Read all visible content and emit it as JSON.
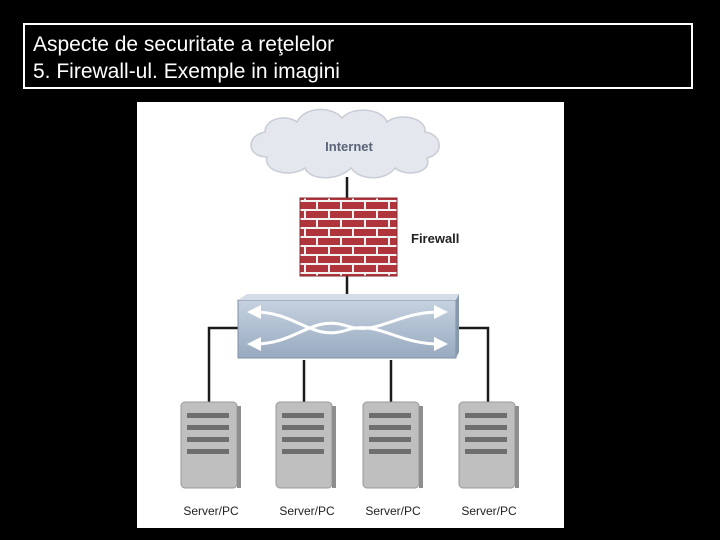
{
  "slide": {
    "title_line1": "Aspecte de securitate a reţelelor",
    "title_line2": "5. Firewall-ul. Exemple in imagini"
  },
  "diagram": {
    "internet_label": "Internet",
    "firewall_label": "Firewall",
    "servers": [
      {
        "label": "Server/PC"
      },
      {
        "label": "Server/PC"
      },
      {
        "label": "Server/PC"
      },
      {
        "label": "Server/PC"
      }
    ],
    "colors": {
      "cloud": "#e4e7ee",
      "brick": "#b0343c",
      "mortar": "#f2f2f2",
      "switch": "#aebdd0",
      "server": "#bfbfbf",
      "line": "#1a1a1a"
    }
  }
}
